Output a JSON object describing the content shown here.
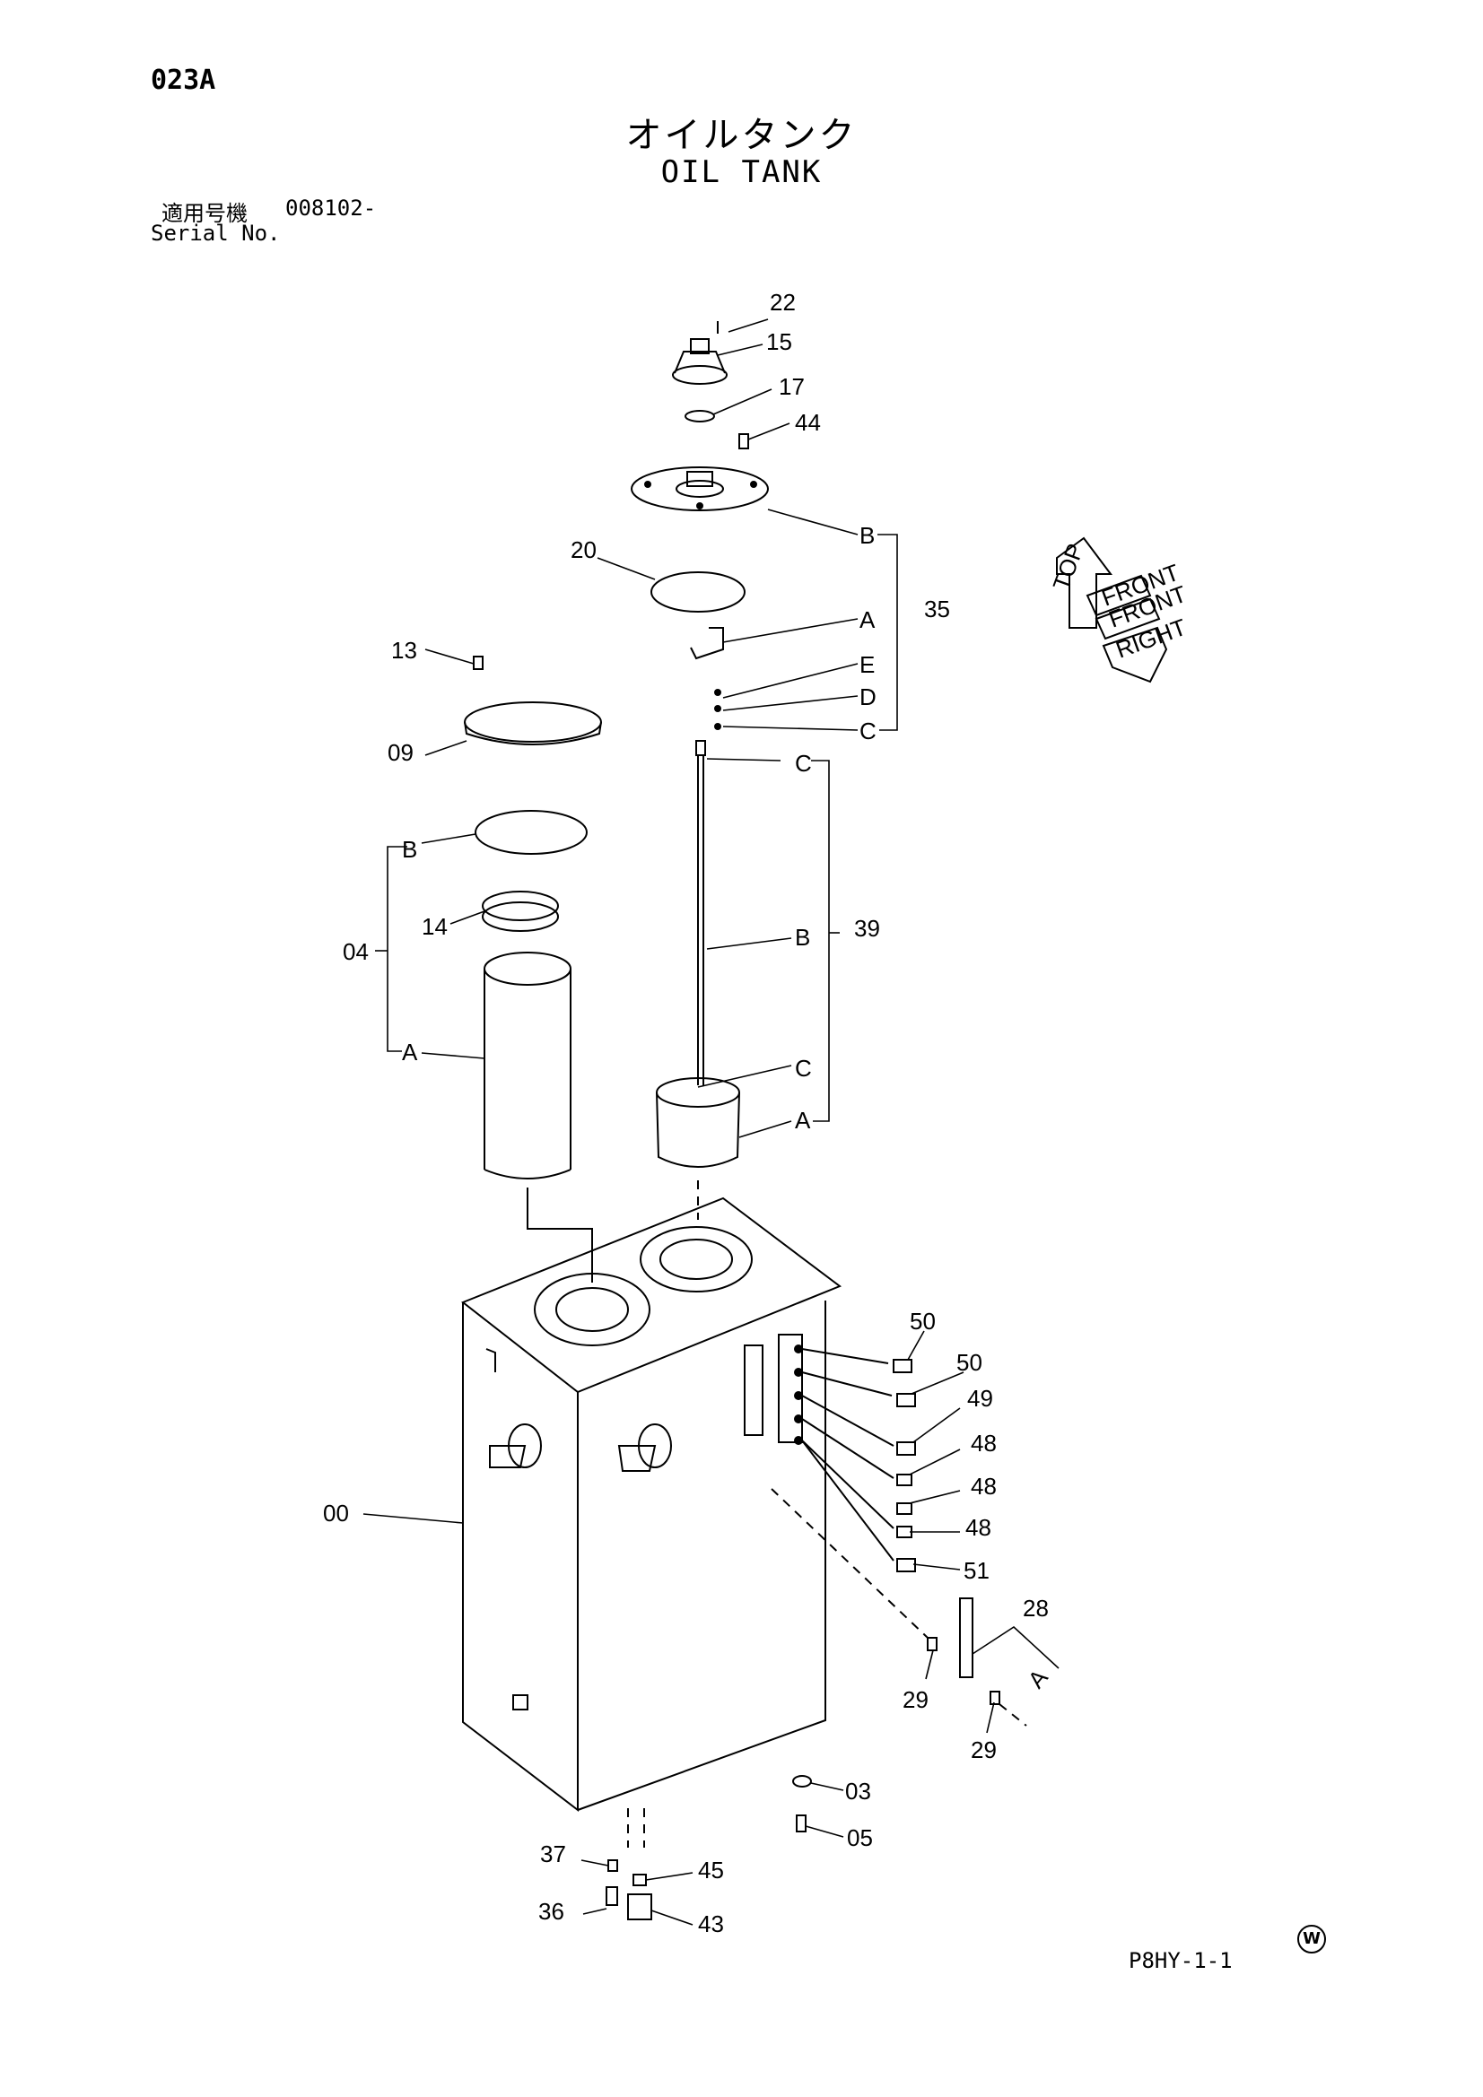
{
  "header": {
    "page_code": "023A",
    "title_jp": "オイルタンク",
    "title_en": "OIL TANK",
    "serial_label_jp": "適用号機",
    "serial_value": "008102-",
    "serial_label_en": "Serial No."
  },
  "footer": {
    "drawing_number": "P8HY-1-1",
    "mark": "W"
  },
  "orientation_arrows": [
    "TOP",
    "FRONT",
    "FRONT",
    "RIGHT"
  ],
  "callouts": {
    "p22": "22",
    "p15": "15",
    "p17": "17",
    "p44": "44",
    "b35": "B",
    "p20": "20",
    "a35": "A",
    "p35": "35",
    "e35": "E",
    "d35": "D",
    "c35": "C",
    "p13": "13",
    "p09": "09",
    "c39top": "C",
    "b39": "B",
    "p39": "39",
    "c39mid": "C",
    "a39": "A",
    "b04": "B",
    "p14": "14",
    "p04": "04",
    "a04": "A",
    "p50a": "50",
    "p50b": "50",
    "p49": "49",
    "p48a": "48",
    "p48b": "48",
    "p48c": "48",
    "p51": "51",
    "p00": "00",
    "p28": "28",
    "a28": "A",
    "p29a": "29",
    "p29b": "29",
    "p03": "03",
    "p05": "05",
    "p37": "37",
    "p45": "45",
    "p36": "36",
    "p43": "43"
  }
}
